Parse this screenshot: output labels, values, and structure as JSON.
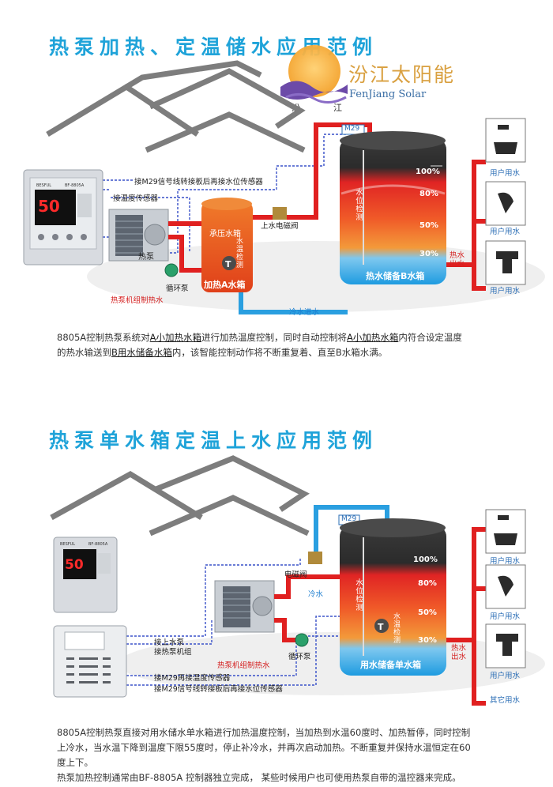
{
  "section1": {
    "title": "热泵加热、定温储水应用范例",
    "logo_cn": "汾江太阳能",
    "logo_en": "FenJiang Solar",
    "logo_small_1": "汾",
    "logo_small_2": "江",
    "brand_watermark": "BESFUL",
    "controller_model": "BF-8805A",
    "controller_display": "50",
    "labels": {
      "m29_signal": "接M29信号线转接板后再接水位传感器",
      "temp_sensor": "接温度传感器",
      "heat_pump": "热泵",
      "pump": "循环泵",
      "heat_pump_group": "热泵机组制热水",
      "tank_a_top": "承压水箱",
      "tank_a_vert": "水温检测",
      "tank_a_name": "加热A水箱",
      "valve": "上水电磁阀",
      "cold_in": "冷水进水",
      "m29": "M29",
      "tank_b_level": "水位检测",
      "tank_b_name": "热水储备B水箱",
      "hot_out": "热水出水",
      "user1": "用户用水",
      "user2": "用户用水",
      "user3": "用户用水"
    },
    "levels": [
      "100%",
      "80%",
      "50%",
      "30%"
    ],
    "desc_1a": "8805A控制热泵系统对",
    "desc_1b": "A小加热水箱",
    "desc_1c": "进行加热温度控制，同时自动控制将",
    "desc_1d": "A小加热水箱",
    "desc_1e": "内符合设定温度",
    "desc_2a": "的热水输送到",
    "desc_2b": "B用水储备水箱",
    "desc_2c": "内，该智能控制动作将不断重复着、直至B水箱水满。"
  },
  "section2": {
    "title": "热泵单水箱定温上水应用范例",
    "brand_watermark": "BESFUL",
    "controller_model": "BF-8805A",
    "controller_display": "50",
    "labels": {
      "m29": "M29",
      "valve": "电磁阀",
      "cold": "冷水",
      "tank_level": "水位检测",
      "tank_temp": "水温检测",
      "tank_name": "用水储备单水箱",
      "hot_out": "热水出水",
      "pump": "循环泵",
      "heat_pump_group": "热泵机组制热水",
      "conn1": "接上水泵",
      "conn2": "接热泵机组",
      "conn3": "接M29再接温度传感器",
      "conn4": "接M29信号线转接板后再接水位传感器",
      "user1": "用户用水",
      "user2": "用户用水",
      "user3": "用户用水",
      "other": "其它用水"
    },
    "levels": [
      "100%",
      "80%",
      "50%",
      "30%"
    ],
    "desc_1": "8805A控制热泵直接对用水储水单水箱进行加热温度控制，当加热到水温60度时、加热暂停，同时控制",
    "desc_2": "上冷水，当水温下降到温度下限55度时，停止补冷水，并再次启动加热。不断重复并保持水温恒定在60",
    "desc_3": "度上下。",
    "desc_4": "热泵加热控制通常由BF-8805A 控制器独立完成， 某些时候用户也可使用热泵自带的温控器来完成。"
  },
  "colors": {
    "title_blue": "#1fa3d9",
    "hot_red": "#e02020",
    "cold_blue": "#2a9fe0",
    "wire_blue": "#3850c8"
  }
}
